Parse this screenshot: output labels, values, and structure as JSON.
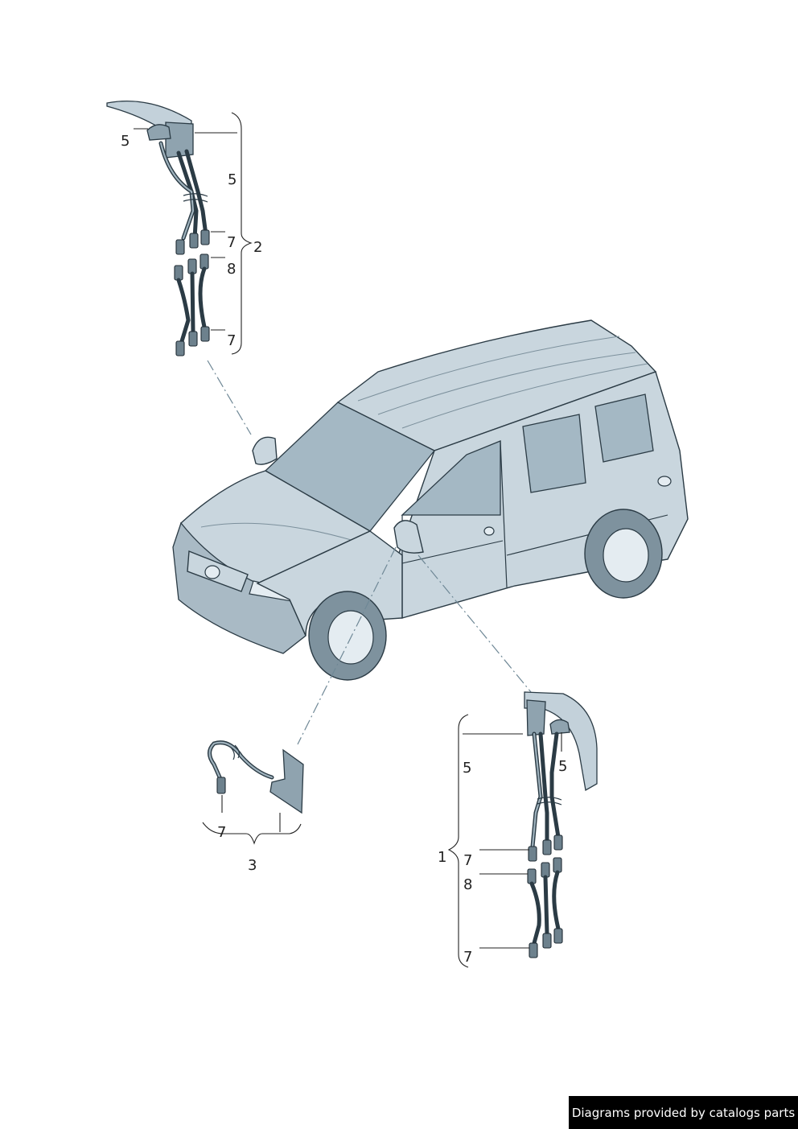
{
  "callouts": {
    "top_left_5a": "5",
    "top_left_5b": "5",
    "top_left_7a": "7",
    "top_left_8": "8",
    "top_left_7b": "7",
    "top_left_group": "2",
    "mid_left_7": "7",
    "mid_left_group": "3",
    "bottom_right_5a": "5",
    "bottom_right_5b": "5",
    "bottom_right_7a": "7",
    "bottom_right_8": "8",
    "bottom_right_7b": "7",
    "bottom_right_group": "1"
  },
  "footer": {
    "credit": "Diagrams provided by catalogs parts",
    "background_color": "#000000",
    "text_color": "#ffffff"
  },
  "colors": {
    "vehicle_body": "#c9d6de",
    "glass": "#a4b8c4",
    "outline": "#2b3b45",
    "leader_line": "#6f8896"
  }
}
